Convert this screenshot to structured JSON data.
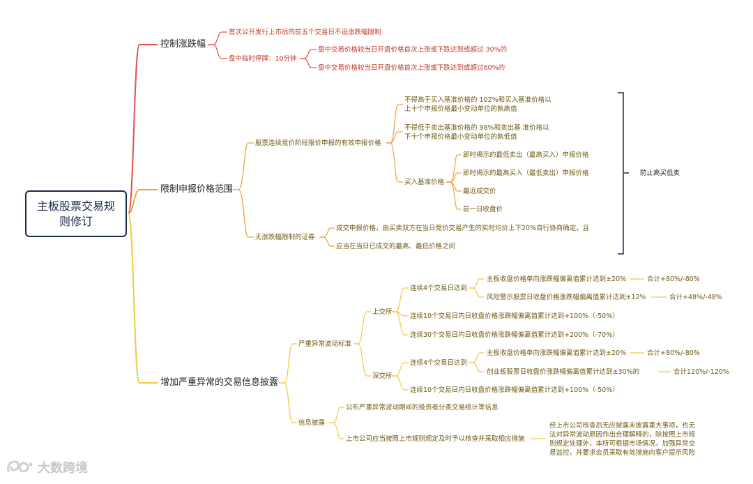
{
  "root": {
    "title": "主板股票交易规则修订"
  },
  "branches": {
    "b1": {
      "label": "控制涨跌幅",
      "item1": "首次公开发行上市后的前五个交易日不设涨跌幅限制",
      "item2": "盘中临时停牌：10分钟",
      "item2_a": "盘中交易价格较当日开盘价格首次上涨或下跌达到或超过 30%的",
      "item2_b": "盘中交易价格较当日开盘价格首次上涨或下跌达到或超过60%的"
    },
    "b2": {
      "label": "限制申报价格范围",
      "c1": "股票连续竞价阶段限价申报的有效申报价格",
      "c1_a1": "不得高于买入基准价格的 102%和买入基准价格以",
      "c1_a2": "上十个申报价格最小变动单位的孰高值",
      "c1_b1": "不得低于卖出基准价格的 98%和卖出基 准价格以",
      "c1_b2": "下十个申报价格最小变动单位的孰低值",
      "c1_c": "买入基准价格",
      "c1_c_1": "即时揭示的最低卖出（最高买入）申报价格",
      "c1_c_2": "即时揭示的最高买入（最低卖出）申报价格",
      "c1_c_3": "最近成交价",
      "c1_c_4": "前一日收盘价",
      "c2": "无涨跌幅限制的证券",
      "c2_a": "成交申报价格，由买卖双方在当日竞价交易产生的实时均价上下20%自行协商确定，且",
      "c2_b": "应当在当日已成交的最高、最低价格之间",
      "bracket_note": "防止高买低卖"
    },
    "b3": {
      "label": "增加严重异常的交易信息披露",
      "s1": "严重异常波动标准",
      "sh": "上交所",
      "sh_4day": "连续4个交易日达到",
      "sh_4day_a": "主板收盘价格单向涨跌幅偏离值累计达到±20%",
      "sh_4day_a_r": "合计+80%/-80%",
      "sh_4day_b": "风险警示股票日收盘价格涨跌幅偏离值累计达到±12%",
      "sh_4day_b_r": "合计+48%/-48%",
      "sh_10day": "连续10个交易日内日收盘价格涨跌幅偏离值累计达到+100%（-50%）",
      "sh_30day": "连续30个交易日内日收盘价格涨跌幅偏离值累计达到+200%（-70%）",
      "sz": "深交所",
      "sz_4day": "连续4个交易日达到",
      "sz_4day_a": "主板收盘价格单向涨跌幅偏离值累计达到±20%",
      "sz_4day_a_r": "合计+80%/-80%",
      "sz_4day_b": "创业板股票日收盘价涨跌幅偏离值累计达到±30%的",
      "sz_4day_b_r": "合计120%/-120%",
      "sz_10day": "连续10个交易日内日收盘价格涨跌幅偏离值累计达到+100%（-50%）",
      "s2": "信息披露",
      "s2_a": "公布严重异常波动期间的投资者分类交易统计等信息",
      "s2_b": "上市公司应当按照上市规则规定及时予以核查并采取相应措施",
      "s2_b_note1": "经上市公司核查后无应披露未披露重大事项，也无",
      "s2_b_note2": "法对异常波动原因作出合理解释的，除按照上市规",
      "s2_b_note3": "则规定处理外，本所可根据市场情况，加强异常交",
      "s2_b_note4": "易监控，并要求会员采取有效措施向客户提示风险"
    }
  },
  "watermark": "大数跨境",
  "colors": {
    "red": "#e0554a",
    "orange": "#f0a33a",
    "yellow": "#f4c842",
    "navy": "#1b2a4a"
  }
}
